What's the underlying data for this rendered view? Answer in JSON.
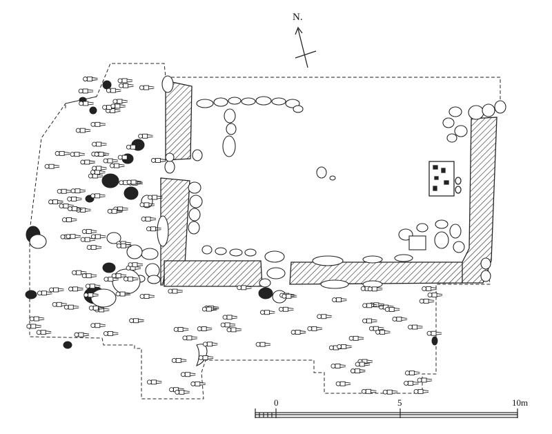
{
  "north": {
    "label": "N."
  },
  "scale": {
    "ticks": [
      "0",
      "5",
      "10m"
    ]
  },
  "icons": {
    "north_arrow": "north-arrow-icon",
    "graves": "burial-outline-icon",
    "stones": "stone-outline-icon",
    "wall_hatch": "hatched-wall-icon"
  }
}
